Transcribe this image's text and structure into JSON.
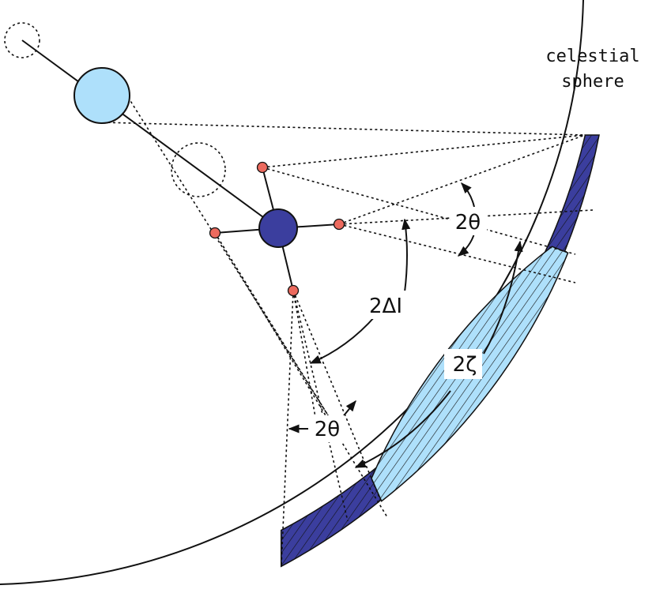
{
  "labels": {
    "celestial_line1": "celestial",
    "celestial_line2": "sphere",
    "two_theta_upper": "2θ",
    "two_delta_i": "2ΔI",
    "two_zeta": "2ζ",
    "two_theta_lower": "2θ"
  },
  "colors": {
    "light_blue": "#aee0fb",
    "dark_blue": "#3b3e9e",
    "red_dot": "#ec6a5e",
    "line": "#111111"
  }
}
